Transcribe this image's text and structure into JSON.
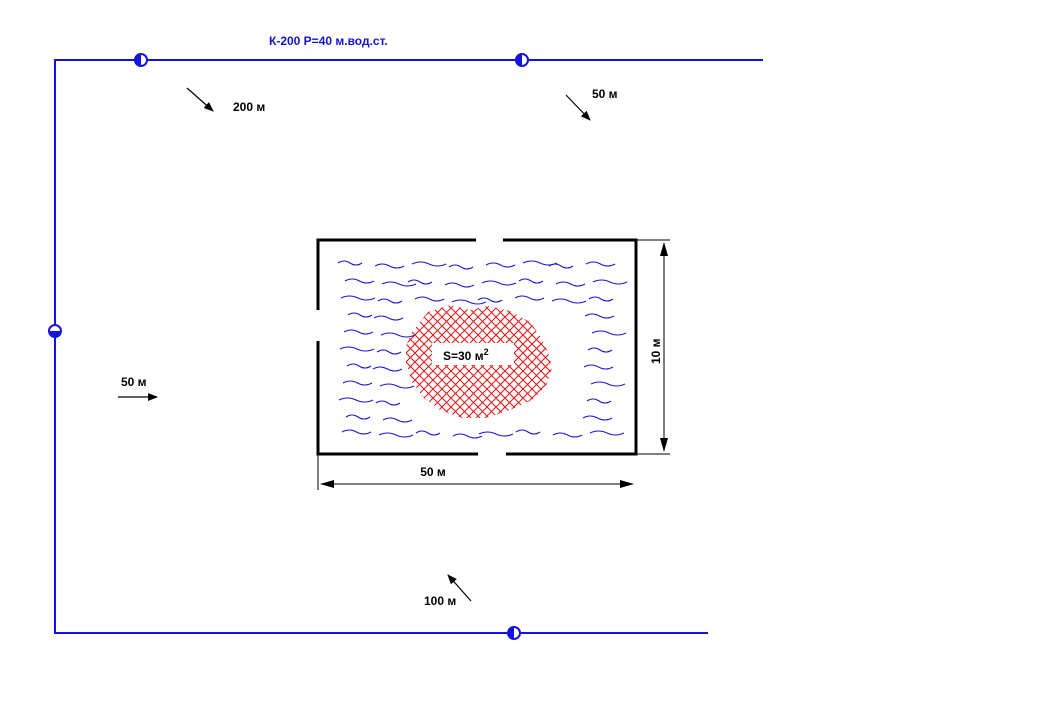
{
  "colors": {
    "pipe": "#1414e0",
    "wall": "#000000",
    "water": "#1414d8",
    "fire": "#e01414",
    "arrow": "#000000",
    "background": "#ffffff"
  },
  "pipeline": {
    "label": "К-200 Р=40 м.вод.ст."
  },
  "hydrants": [
    {
      "name": "hydrant-top-left"
    },
    {
      "name": "hydrant-top-right"
    },
    {
      "name": "hydrant-left"
    },
    {
      "name": "hydrant-bottom"
    }
  ],
  "distances": {
    "top_left": "200 м",
    "top_right": "50 м",
    "left": "50 м",
    "bottom": "100 м"
  },
  "building": {
    "width_label": "50 м",
    "height_label": "10 м"
  },
  "fire_area": {
    "label_main": "S=30 м",
    "label_sup": "2"
  }
}
